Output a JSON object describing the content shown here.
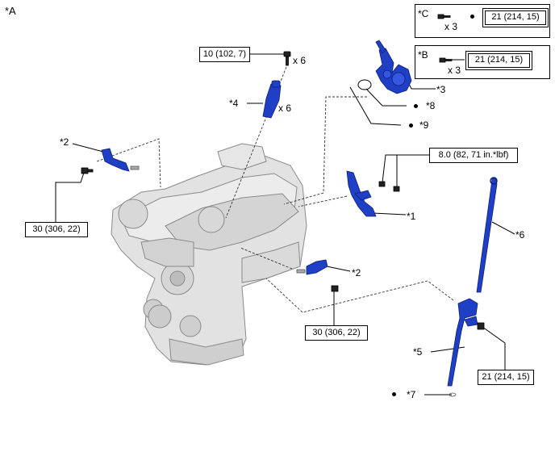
{
  "view_label": "*A",
  "callouts": {
    "c1": "*1",
    "c2_top": "*2",
    "c2_bottom": "*2",
    "c3": "*3",
    "c4": "*4",
    "c5": "*5",
    "c6": "*6",
    "c7": "*7",
    "c8": "*8",
    "c9": "*9"
  },
  "multipliers": {
    "bolt_x6": "x 6",
    "coil_x6": "x 6",
    "c_x3": "x 3",
    "b_x3": "x 3"
  },
  "detail_c": {
    "label": "*C",
    "torque": "21 (214, 15)"
  },
  "detail_b": {
    "label": "*B",
    "torque": "21 (214, 15)"
  },
  "torques": {
    "coil_bolt": "10 (102, 7)",
    "bracket_bolt": "8.0 (82, 71 in.*lbf)",
    "left_sensor": "30 (306, 22)",
    "right_sensor": "30 (306, 22)",
    "dipstick_guide": "21 (214, 15)"
  },
  "colors": {
    "part_blue": "#1f3fc4",
    "engine_gray": "#d9d9d9",
    "line": "#000000"
  }
}
